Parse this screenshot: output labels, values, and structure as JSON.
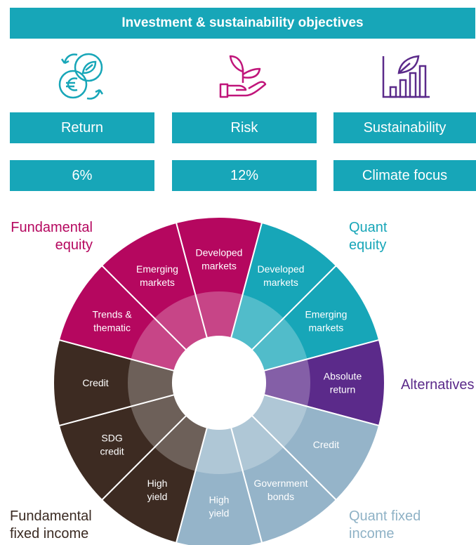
{
  "header": {
    "title": "Investment & sustainability objectives"
  },
  "objectives": [
    {
      "label": "Return",
      "value": "6%",
      "icon": "euro-leaf-cycle-icon"
    },
    {
      "label": "Risk",
      "value": "12%",
      "icon": "hand-plant-icon"
    },
    {
      "label": "Sustainability",
      "value": "Climate focus",
      "icon": "bar-chart-leaf-icon"
    }
  ],
  "groups": {
    "fundamental_equity": {
      "label": [
        "Fundamental",
        "equity"
      ],
      "color": "#b5075f"
    },
    "quant_equity": {
      "label": [
        "Quant",
        "equity"
      ],
      "color": "#17a6b8"
    },
    "alternatives": {
      "label": [
        "Alternatives"
      ],
      "color": "#5b2a8a"
    },
    "quant_fixed_income": {
      "label": [
        "Quant fixed",
        "income"
      ],
      "color": "#8fb2c6"
    },
    "fundamental_fixed_income": {
      "label": [
        "Fundamental",
        "fixed income"
      ],
      "color": "#3a2a22"
    }
  },
  "segments": [
    {
      "group": "fundamental_equity",
      "lines": [
        "Developed",
        "markets"
      ],
      "color": "#b5075f"
    },
    {
      "group": "quant_equity",
      "lines": [
        "Developed",
        "markets"
      ],
      "color": "#17a6b8"
    },
    {
      "group": "quant_equity",
      "lines": [
        "Emerging",
        "markets"
      ],
      "color": "#17a6b8"
    },
    {
      "group": "alternatives",
      "lines": [
        "Absolute",
        "return"
      ],
      "color": "#5b2a8a"
    },
    {
      "group": "quant_fixed_income",
      "lines": [
        "Credit"
      ],
      "color": "#95b4c9"
    },
    {
      "group": "quant_fixed_income",
      "lines": [
        "Government",
        "bonds"
      ],
      "color": "#95b4c9"
    },
    {
      "group": "quant_fixed_income",
      "lines": [
        "High",
        "yield"
      ],
      "color": "#95b4c9"
    },
    {
      "group": "fundamental_fixed_income",
      "lines": [
        "High",
        "yield"
      ],
      "color": "#3d2b22"
    },
    {
      "group": "fundamental_fixed_income",
      "lines": [
        "SDG",
        "credit"
      ],
      "color": "#3d2b22"
    },
    {
      "group": "fundamental_fixed_income",
      "lines": [
        "Credit"
      ],
      "color": "#3d2b22"
    },
    {
      "group": "fundamental_equity",
      "lines": [
        "Trends &",
        "thematic"
      ],
      "color": "#b5075f"
    },
    {
      "group": "fundamental_equity",
      "lines": [
        "Emerging",
        "markets"
      ],
      "color": "#b5075f"
    }
  ]
}
